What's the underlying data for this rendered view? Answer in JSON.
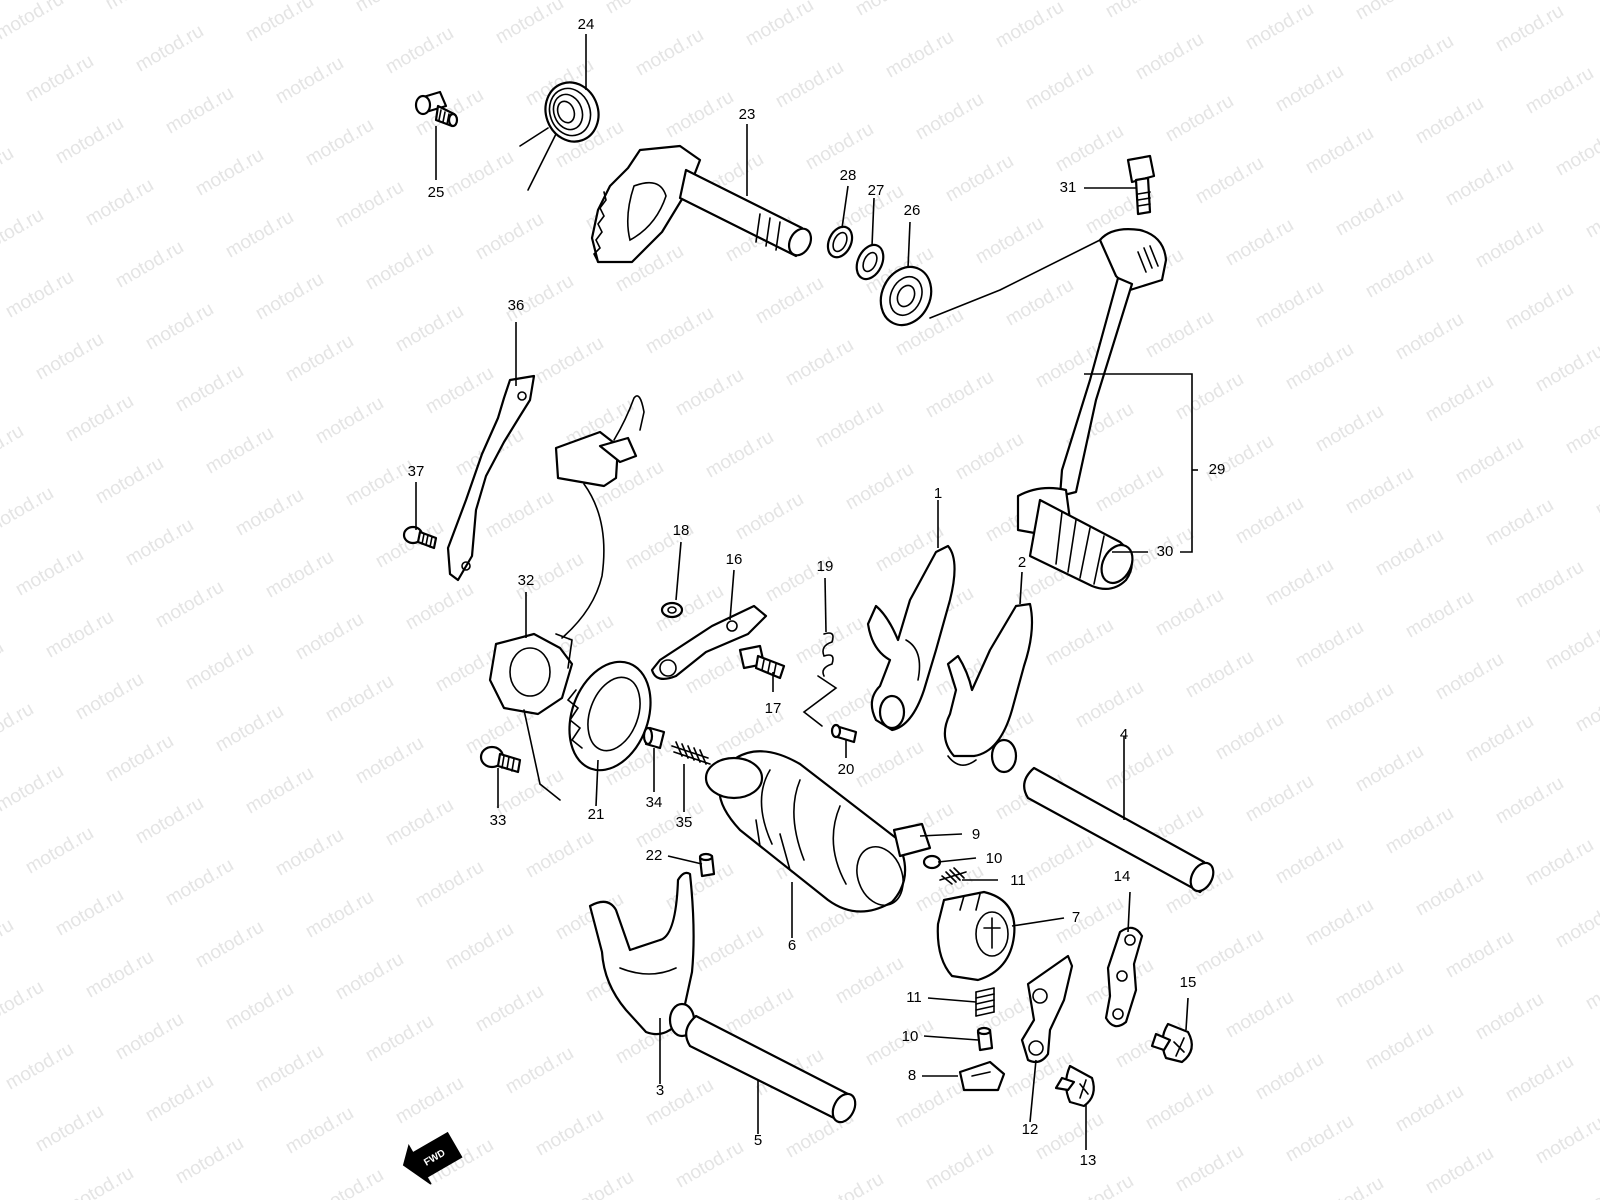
{
  "watermark": "motod.ru",
  "fwd_label": "FWD",
  "callouts": {
    "n1": "1",
    "n2": "2",
    "n3": "3",
    "n4": "4",
    "n5": "5",
    "n6": "6",
    "n7": "7",
    "n8": "8",
    "n9": "9",
    "n10a": "10",
    "n10b": "10",
    "n11a": "11",
    "n11b": "11",
    "n12": "12",
    "n13": "13",
    "n14": "14",
    "n15": "15",
    "n16": "16",
    "n17": "17",
    "n18": "18",
    "n19": "19",
    "n20": "20",
    "n21": "21",
    "n22": "22",
    "n23": "23",
    "n24": "24",
    "n25": "25",
    "n26": "26",
    "n27": "27",
    "n28": "28",
    "n29": "29",
    "n30": "30",
    "n31": "31",
    "n32": "32",
    "n33": "33",
    "n34": "34",
    "n35": "35",
    "n36": "36",
    "n37": "37"
  }
}
